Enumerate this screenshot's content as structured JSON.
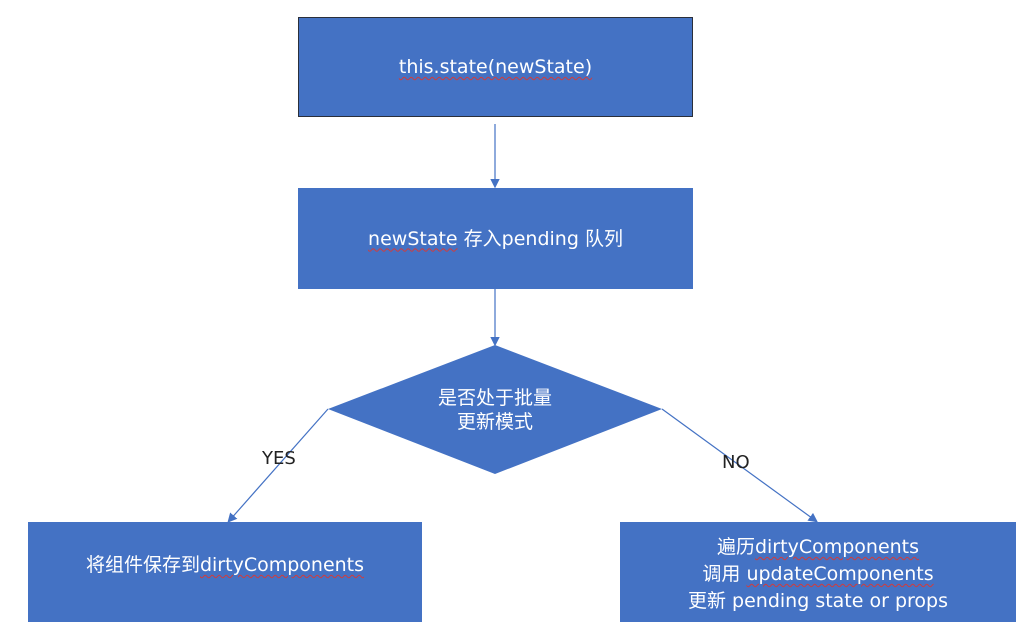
{
  "colors": {
    "node_fill": "#4472C4",
    "edge": "#4472C4",
    "text": "#FFFFFF"
  },
  "nodes": {
    "set_state": {
      "code": "this.state(newState)"
    },
    "pending": {
      "code": "newState",
      "rest": " 存入pending 队列"
    },
    "decision": {
      "line1": "是否处于批量",
      "line2": "更新模式"
    },
    "yes_box": {
      "prefix": "将组件保存到",
      "code": "dirtyComponents"
    },
    "no_box": {
      "line1_prefix": "遍历",
      "line1_code": "dirtyComponents",
      "line2_prefix": "调用 ",
      "line2_code": "updateComponents",
      "line3": "更新 pending state or props"
    }
  },
  "edges": {
    "yes_label": "YES",
    "no_label": "NO"
  }
}
